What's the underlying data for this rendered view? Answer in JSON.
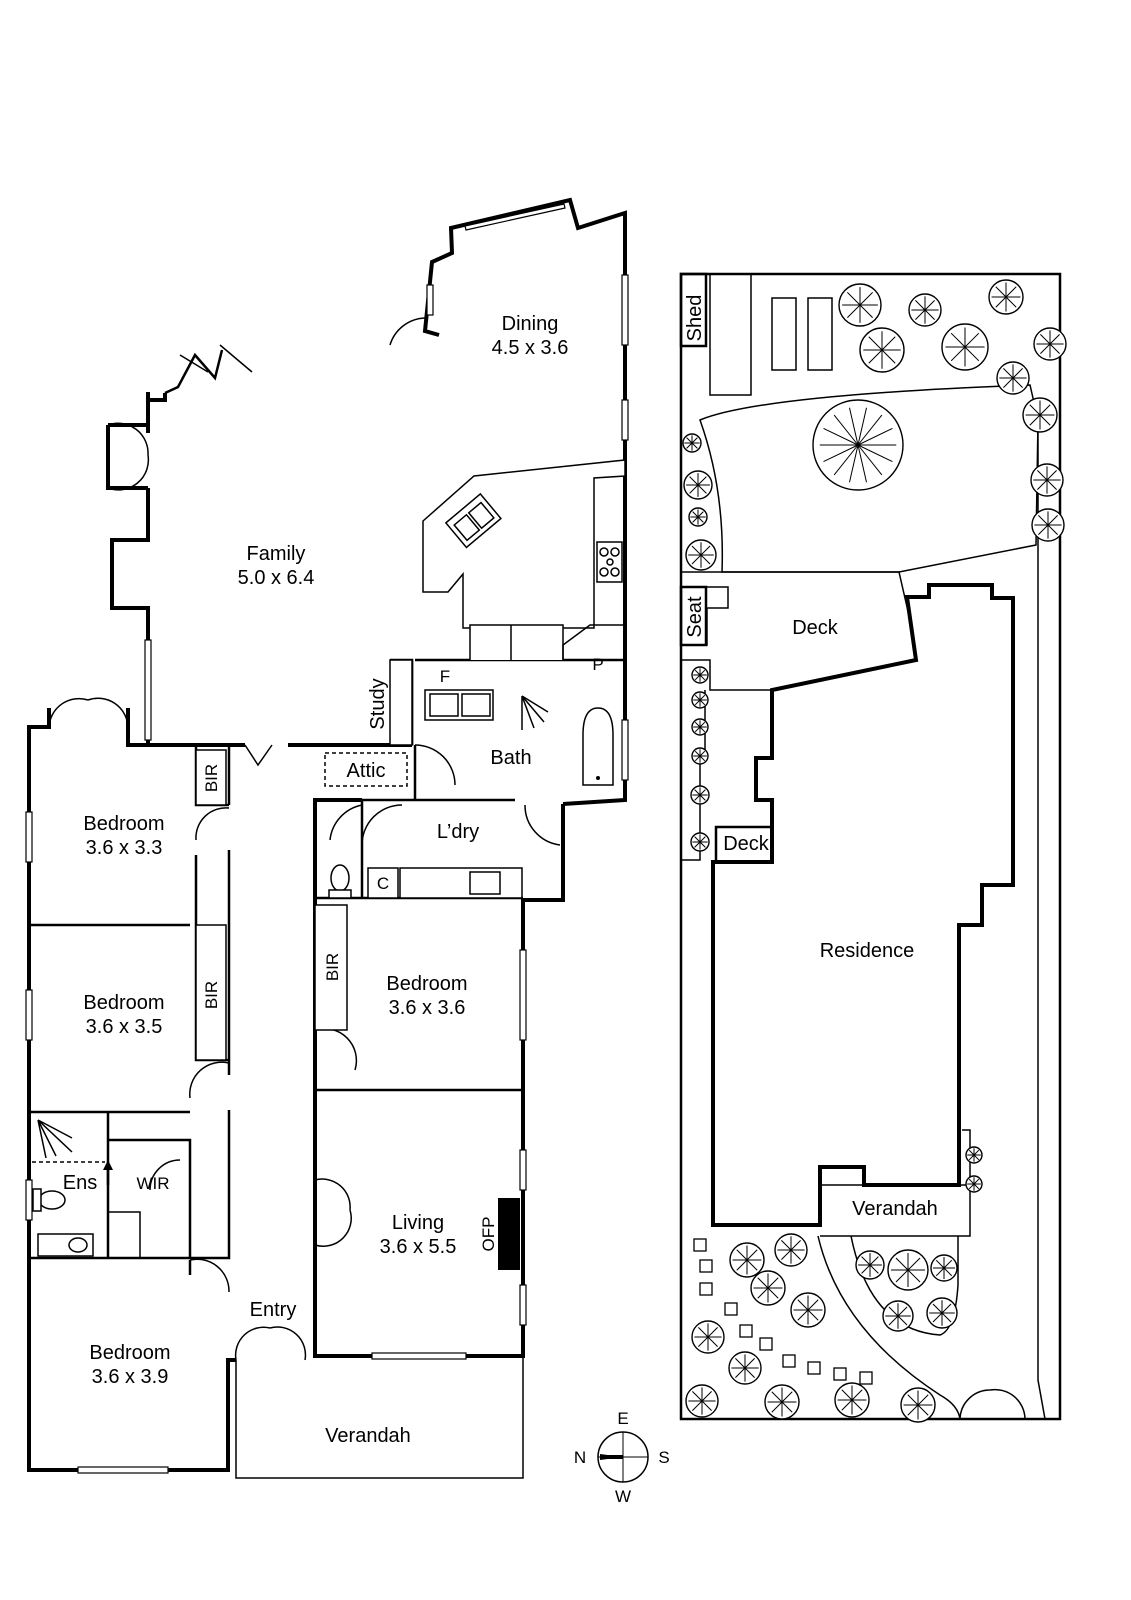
{
  "floor_plan": {
    "rooms": {
      "dining": {
        "name": "Dining",
        "size": "4.5 x 3.6"
      },
      "family": {
        "name": "Family",
        "size": "5.0 x 6.4"
      },
      "bedroom1": {
        "name": "Bedroom",
        "size": "3.6 x 3.3"
      },
      "bedroom2": {
        "name": "Bedroom",
        "size": "3.6 x 3.5"
      },
      "bedroom3": {
        "name": "Bedroom",
        "size": "3.6 x 3.6"
      },
      "bedroom4": {
        "name": "Bedroom",
        "size": "3.6 x 3.9"
      },
      "living": {
        "name": "Living",
        "size": "3.6 x 5.5"
      }
    },
    "labels": {
      "study": "Study",
      "attic": "Attic",
      "bath": "Bath",
      "laundry": "L’dry",
      "bir": "BIR",
      "ens": "Ens",
      "wir": "WIR",
      "entry": "Entry",
      "verandah": "Verandah",
      "ofp": "OFP",
      "fridge": "F",
      "pantry": "P",
      "cupboard": "C"
    }
  },
  "site_plan": {
    "labels": {
      "shed": "Shed",
      "seat": "Seat",
      "deck_main": "Deck",
      "deck_side": "Deck",
      "residence": "Residence",
      "verandah": "Verandah"
    }
  },
  "compass": {
    "north": "N",
    "east": "E",
    "south": "S",
    "west": "W"
  },
  "icons": [
    "compass-rose-icon",
    "tree-icon",
    "shower-icon",
    "toilet-icon",
    "sink-icon",
    "cooktop-icon",
    "bathtub-icon"
  ]
}
